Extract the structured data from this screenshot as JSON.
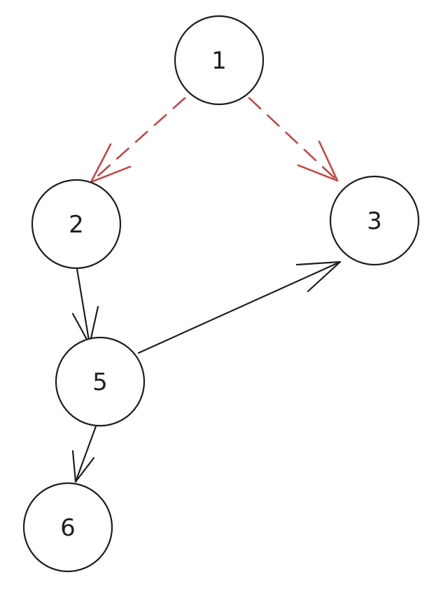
{
  "colors": {
    "background": "#ffffff",
    "stroke": "#1e1e1e",
    "highlight_edge": "#c94040"
  },
  "nodes": [
    {
      "id": "1",
      "label": "1"
    },
    {
      "id": "2",
      "label": "2"
    },
    {
      "id": "3",
      "label": "3"
    },
    {
      "id": "5",
      "label": "5"
    },
    {
      "id": "6",
      "label": "6"
    }
  ],
  "edges": [
    {
      "from": "1",
      "to": "2",
      "style": "dashed",
      "color": "highlight_edge"
    },
    {
      "from": "1",
      "to": "3",
      "style": "dashed",
      "color": "highlight_edge"
    },
    {
      "from": "2",
      "to": "5",
      "style": "solid",
      "color": "stroke"
    },
    {
      "from": "5",
      "to": "3",
      "style": "solid",
      "color": "stroke"
    },
    {
      "from": "5",
      "to": "6",
      "style": "solid",
      "color": "stroke"
    }
  ]
}
